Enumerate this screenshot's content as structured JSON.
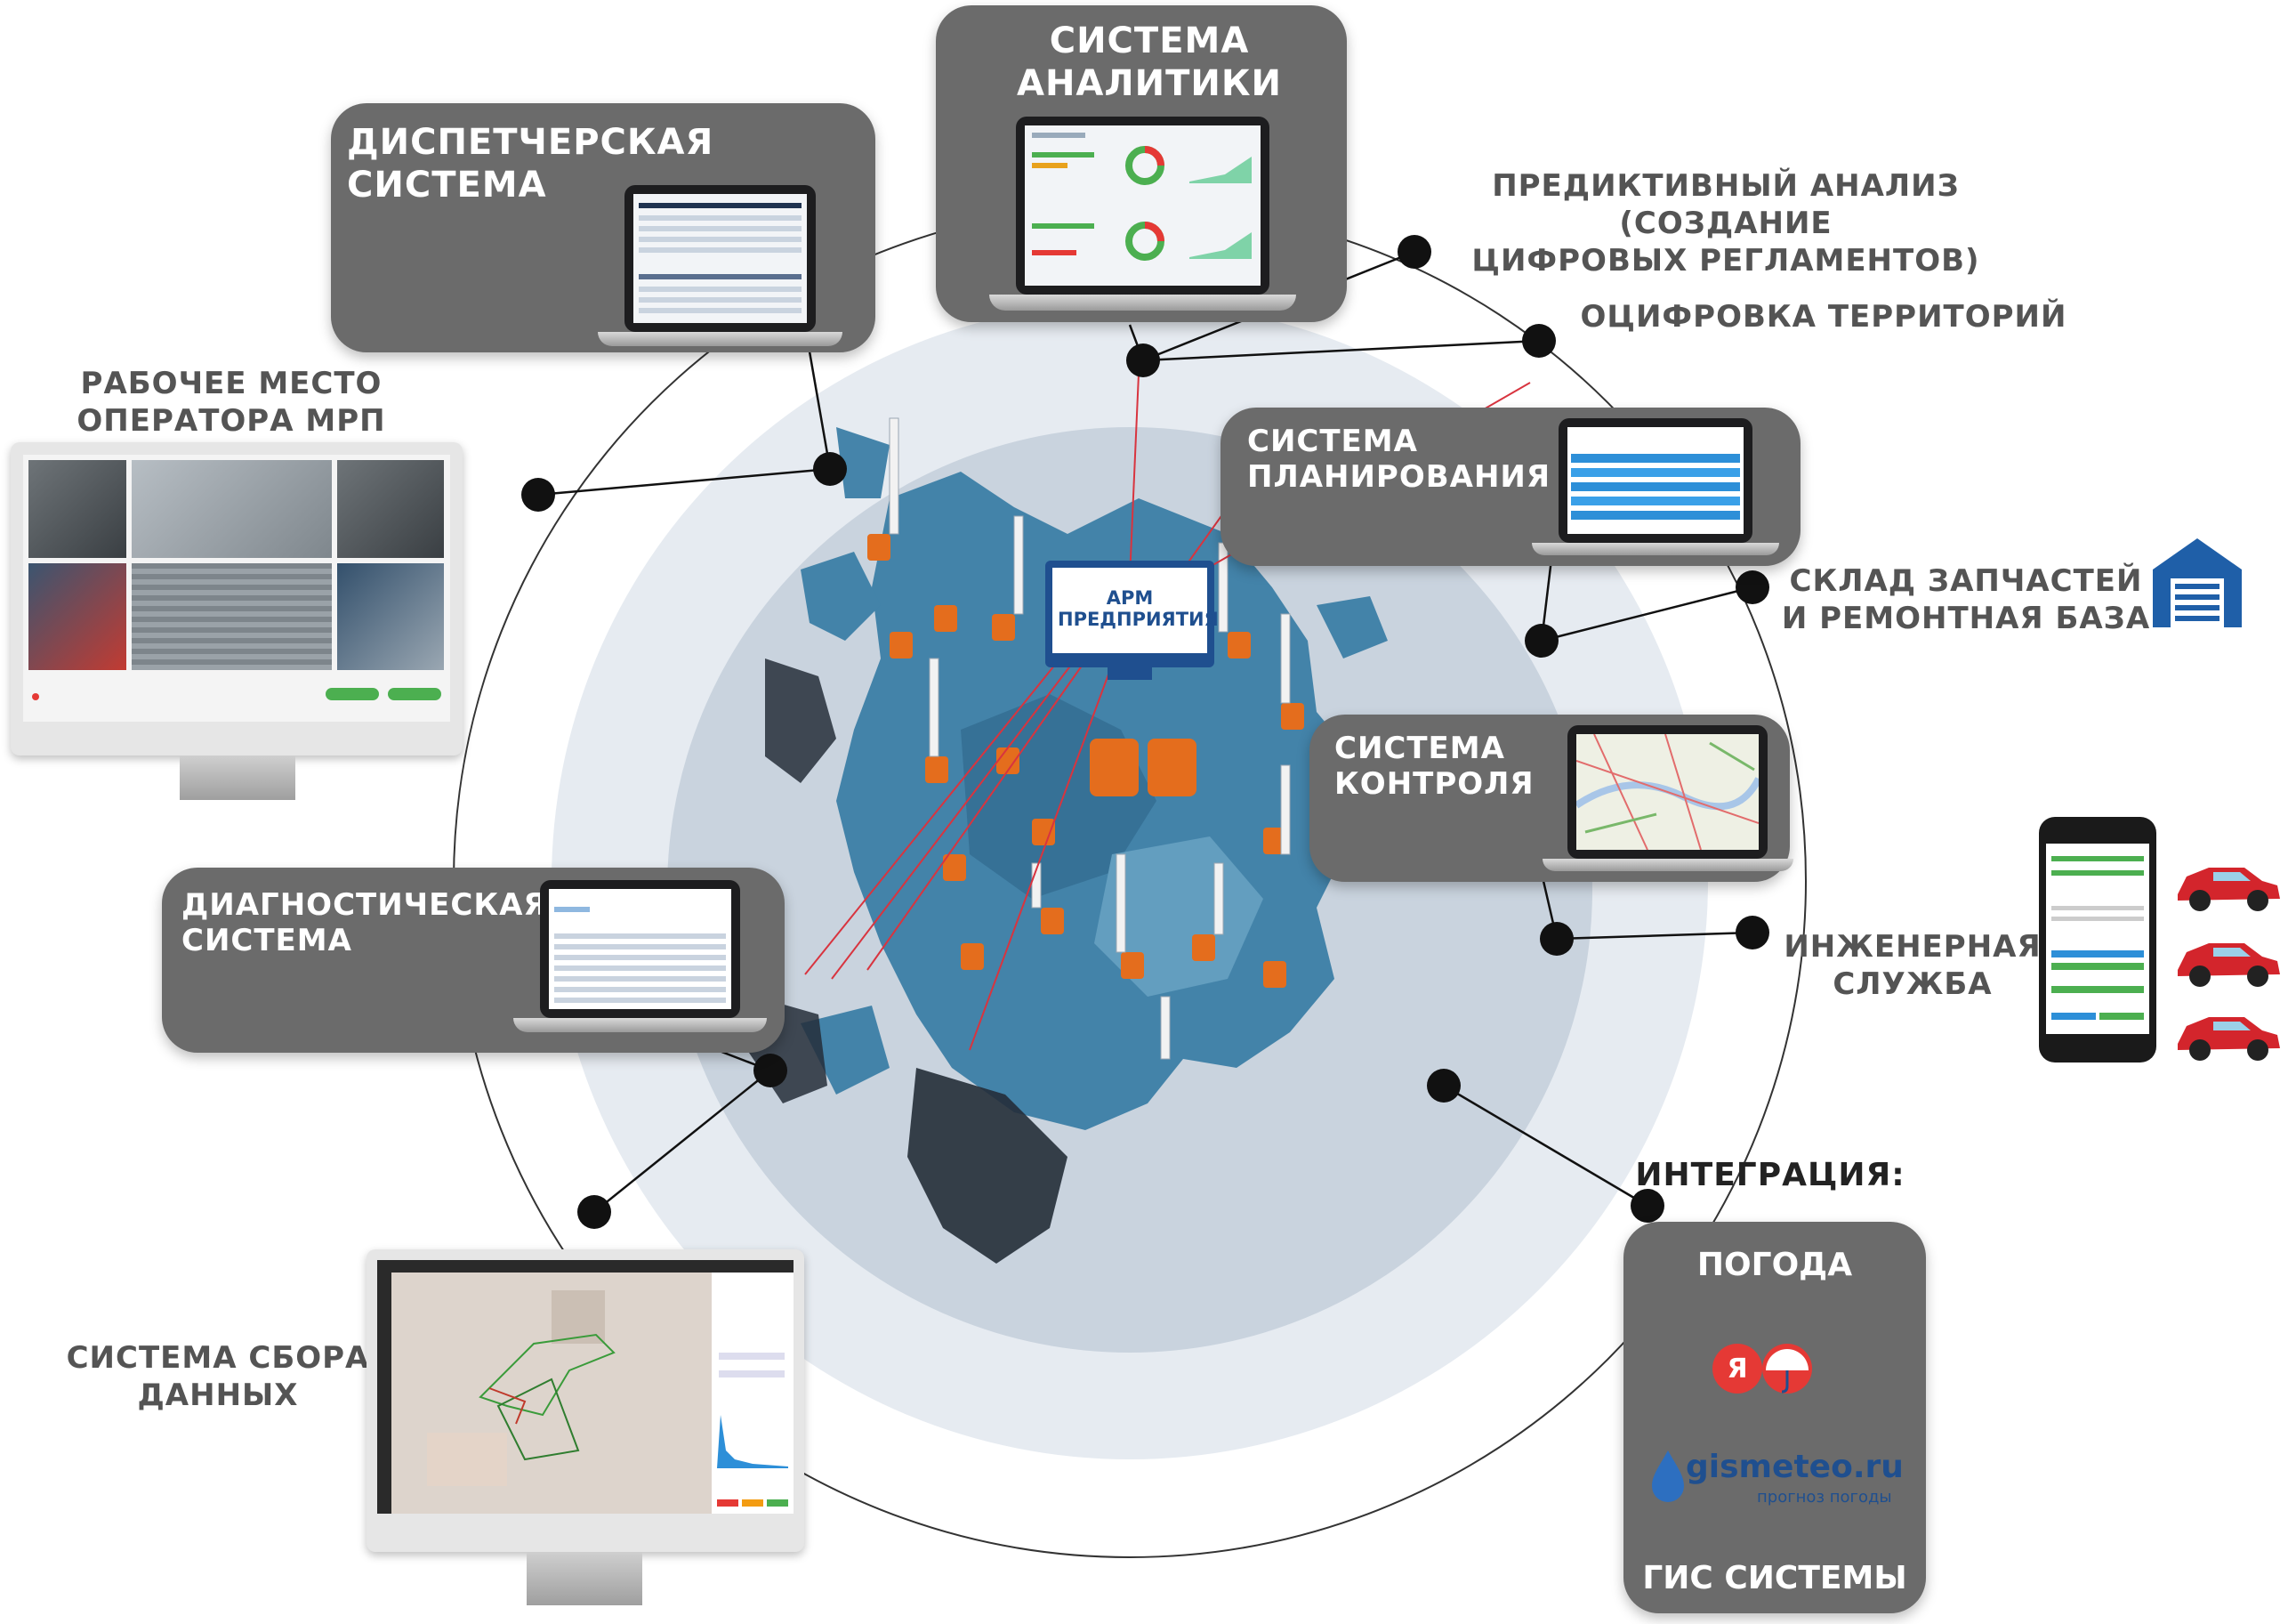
{
  "hub": {
    "label": "АРМ ПРЕДПРИЯТИЯ"
  },
  "boxes": {
    "analytics": "СИСТЕМА\nАНАЛИТИКИ",
    "dispatch": "ДИСПЕТЧЕРСКАЯ\nСИСТЕМА",
    "planning": "СИСТЕМА\nПЛАНИРОВАНИЯ",
    "control": "СИСТЕМА\nКОНТРОЛЯ",
    "diagnostic": "ДИАГНОСТИЧЕСКАЯ\nСИСТЕМА"
  },
  "labels": {
    "predictive": "ПРЕДИКТИВНЫЙ АНАЛИЗ (СОЗДАНИЕ\nЦИФРОВЫХ РЕГЛАМЕНТОВ)",
    "digitization": "ОЦИФРОВКА ТЕРРИТОРИЙ",
    "operator": "РАБОЧЕЕ МЕСТО\nОПЕРАТОРА МРП",
    "warehouse": "СКЛАД ЗАПЧАСТЕЙ\nИ РЕМОНТНАЯ БАЗА",
    "engineering": "ИНЖЕНЕРНАЯ\nСЛУЖБА",
    "data_collection": "СИСТЕМА СБОРА\nДАННЫХ",
    "integration": "ИНТЕГРАЦИЯ:"
  },
  "integration": {
    "weather": "ПОГОДА",
    "gismeteo": "gismeteo.ru",
    "gismeteo_sub": "прогноз погоды",
    "gis": "ГИС СИСТЕМЫ"
  },
  "colors": {
    "box": "#6b6b6b",
    "label": "#545454",
    "outer_ring": "#e6ebf1",
    "inner_ring": "#c9d3de",
    "map": "#3d7fa6",
    "accent_line": "#d8343f",
    "machine": "#e46d1d"
  }
}
